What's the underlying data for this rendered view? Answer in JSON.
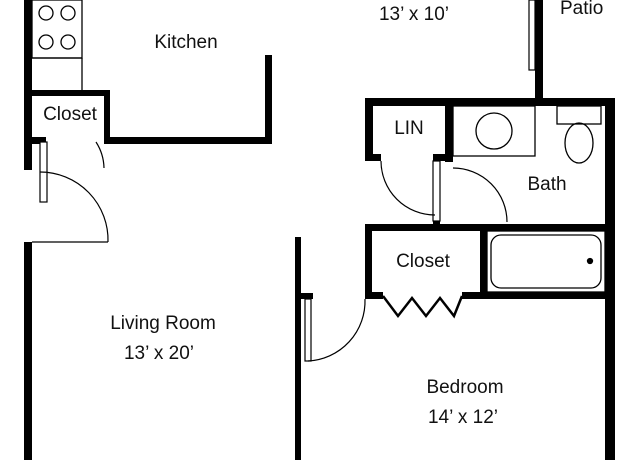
{
  "colors": {
    "wall": "#000000",
    "fixture": "#000000",
    "background": "#ffffff"
  },
  "rooms": {
    "kitchen": {
      "name": "Kitchen"
    },
    "dining": {
      "dimensions": "13’ x 10’"
    },
    "patio": {
      "name": "Patio"
    },
    "closet_entry": {
      "name": "Closet"
    },
    "linen": {
      "name": "LIN"
    },
    "bath": {
      "name": "Bath"
    },
    "closet_bedroom": {
      "name": "Closet"
    },
    "living_room": {
      "name": "Living Room",
      "dimensions": "13’ x 20’"
    },
    "bedroom": {
      "name": "Bedroom",
      "dimensions": "14’ x 12’"
    }
  }
}
